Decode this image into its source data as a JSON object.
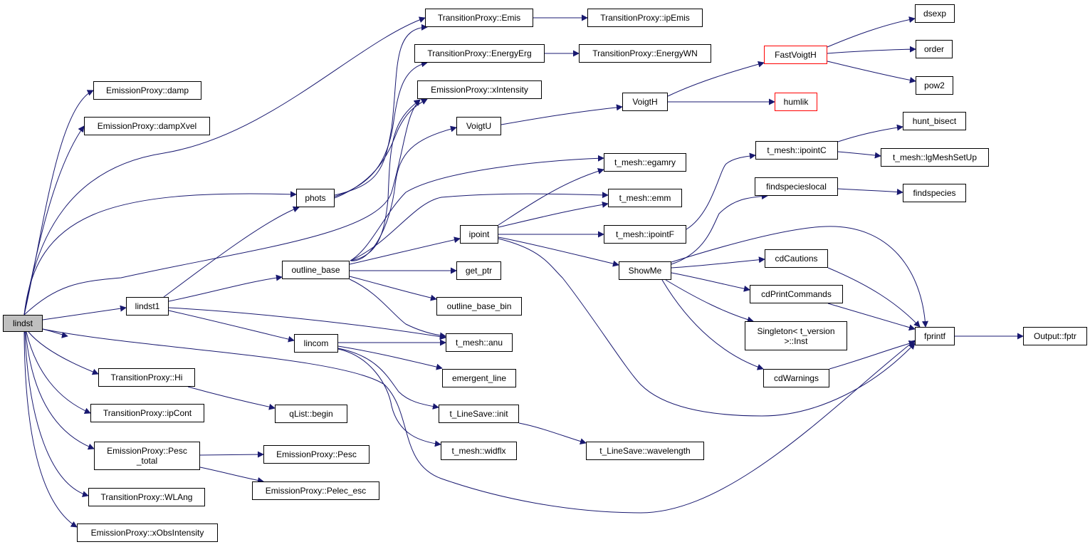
{
  "colors": {
    "edge": "#191970",
    "node_border": "#000000",
    "root_fill": "#bfbfbf",
    "truncated_border": "#ff0000"
  },
  "nodes": {
    "lindst": "lindst",
    "damp": "EmissionProxy::damp",
    "dampXvel": "EmissionProxy::dampXvel",
    "phots": "phots",
    "lindst1": "lindst1",
    "tp_Hi": "TransitionProxy::Hi",
    "tp_ipCont": "TransitionProxy::ipCont",
    "pesc_total": "EmissionProxy::Pesc\n_total",
    "tp_WLAng": "TransitionProxy::WLAng",
    "ep_xObsIntensity": "EmissionProxy::xObsIntensity",
    "tp_Emis": "TransitionProxy::Emis",
    "tp_EnergyErg": "TransitionProxy::EnergyErg",
    "ep_xIntensity": "EmissionProxy::xIntensity",
    "outline_base": "outline_base",
    "lincom": "lincom",
    "qList_begin": "qList::begin",
    "ep_Pesc": "EmissionProxy::Pesc",
    "ep_Pelec_esc": "EmissionProxy::Pelec_esc",
    "tp_ipEmis": "TransitionProxy::ipEmis",
    "tp_EnergyWN": "TransitionProxy::EnergyWN",
    "VoigtU": "VoigtU",
    "ipoint": "ipoint",
    "get_ptr": "get_ptr",
    "outline_base_bin": "outline_base_bin",
    "t_mesh_anu": "t_mesh::anu",
    "emergent_line": "emergent_line",
    "t_LineSave_init": "t_LineSave::init",
    "t_mesh_widflx": "t_mesh::widflx",
    "t_mesh_egamry": "t_mesh::egamry",
    "t_mesh_emm": "t_mesh::emm",
    "t_mesh_ipointF": "t_mesh::ipointF",
    "t_LineSave_wavelength": "t_LineSave::wavelength",
    "VoigtH": "VoigtH",
    "FastVoigtH": "FastVoigtH",
    "humlik": "humlik",
    "ShowMe": "ShowMe",
    "t_mesh_ipointC": "t_mesh::ipointC",
    "findspecieslocal": "findspecieslocal",
    "cdCautions": "cdCautions",
    "cdPrintCommands": "cdPrintCommands",
    "Singleton_Inst": "Singleton< t_version\n>::Inst",
    "cdWarnings": "cdWarnings",
    "fprintf": "fprintf",
    "dsexp": "dsexp",
    "order": "order",
    "pow2": "pow2",
    "hunt_bisect": "hunt_bisect",
    "lgMeshSetUp": "t_mesh::lgMeshSetUp",
    "findspecies": "findspecies",
    "Output_fptr": "Output::fptr"
  }
}
